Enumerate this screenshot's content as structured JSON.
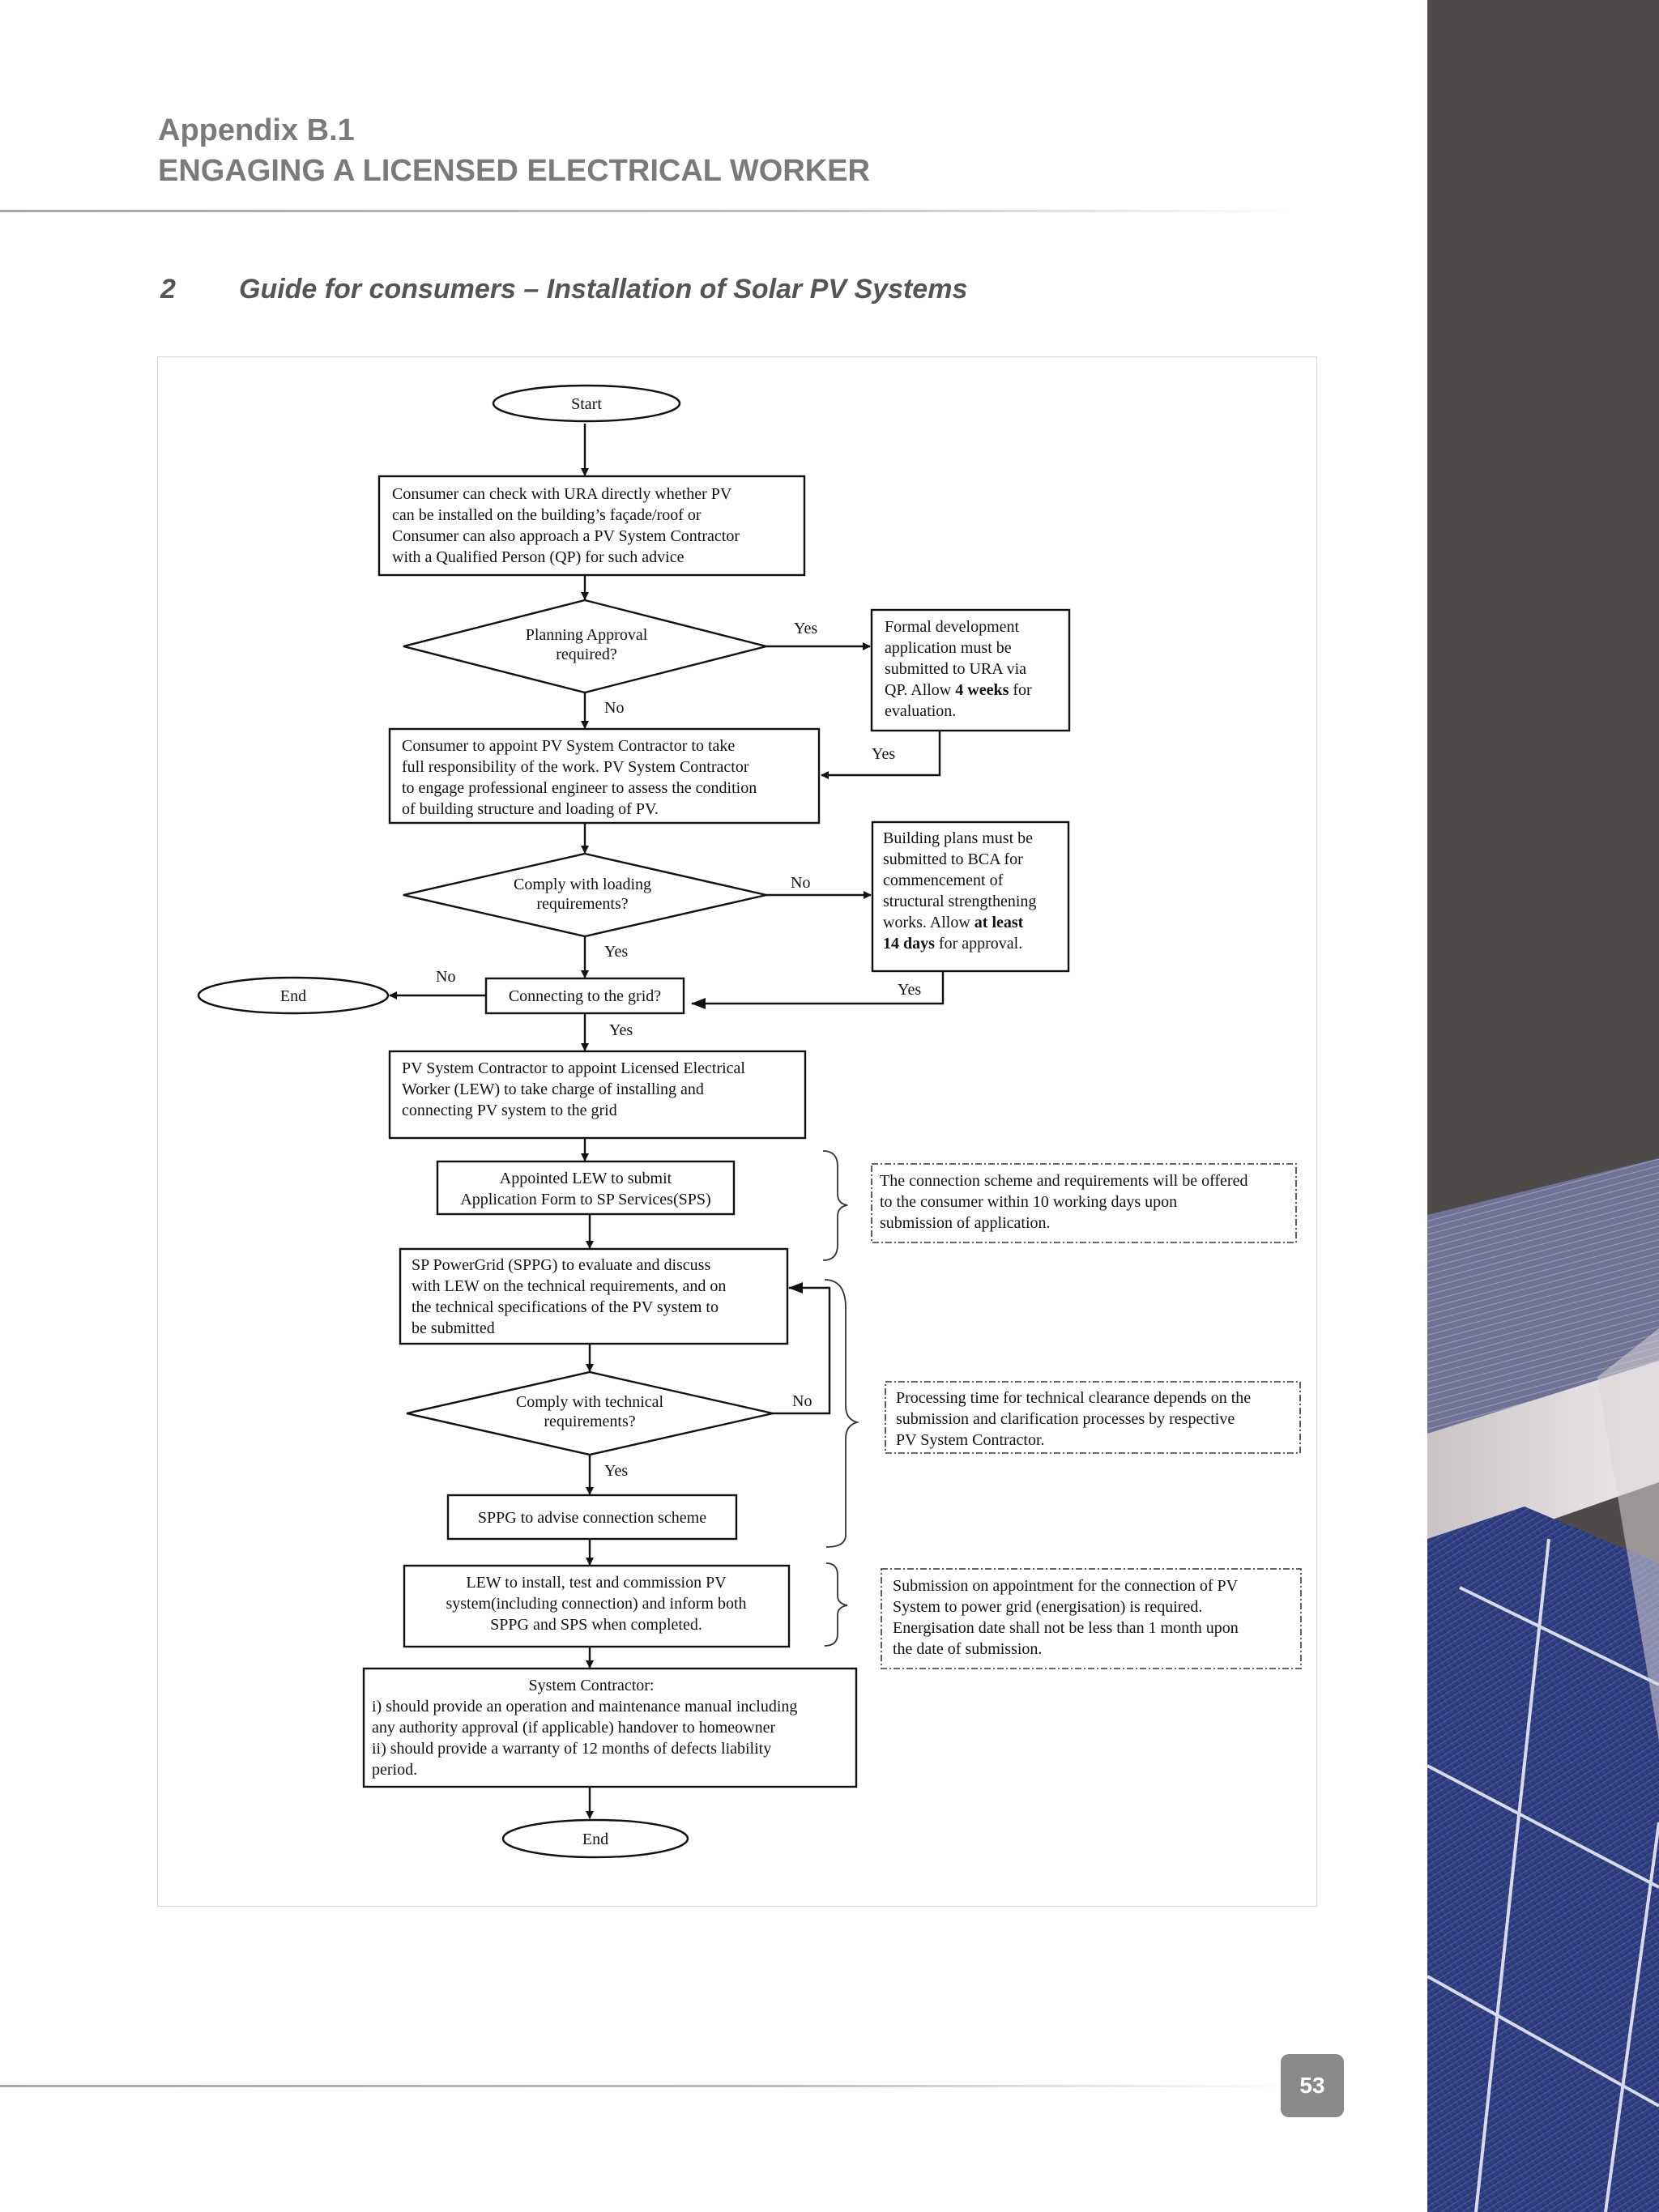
{
  "header": {
    "line1": "Appendix B.1",
    "line2": "ENGAGING A LICENSED  ELECTRICAL WORKER"
  },
  "section": {
    "number": "2",
    "title": "Guide for consumers – Installation of Solar PV Systems"
  },
  "flowchart": {
    "start": "Start",
    "step_ura": [
      "Consumer can check with URA directly whether PV",
      "can be installed on the building’s façade/roof or",
      "Consumer can also approach a PV System Contractor",
      "with a Qualified Person (QP) for such advice"
    ],
    "decision_planning": [
      "Planning Approval",
      "required?"
    ],
    "box_formal": {
      "line1": "Formal development",
      "line2": "application must be",
      "line3": "submitted to URA via",
      "line4_pre": "QP. Allow ",
      "line4_bold": "4 weeks",
      "line4_post": " for",
      "line5": "evaluation."
    },
    "step_appoint": [
      "Consumer to appoint PV System Contractor to take",
      "full responsibility of the work. PV System Contractor",
      "to engage professional engineer to assess the condition",
      "of building structure and loading of PV."
    ],
    "decision_loading": [
      "Comply with loading",
      "requirements?"
    ],
    "box_bca": {
      "line1": "Building plans must be",
      "line2": "submitted to BCA for",
      "line3": "commencement of",
      "line4": "structural strengthening",
      "line5_pre": "works. Allow ",
      "line5_bold": "at least",
      "line6_bold": "14 days",
      "line6_post": " for approval."
    },
    "decision_grid": "Connecting to the grid?",
    "end_left": "End",
    "step_lew": [
      "PV System Contractor to appoint Licensed Electrical",
      "Worker (LEW) to take charge of installing and",
      "connecting PV system to the grid"
    ],
    "step_submit": [
      "Appointed LEW to submit",
      "Application Form to SP Services(SPS)"
    ],
    "step_sppg": [
      "SP PowerGrid (SPPG) to evaluate and discuss",
      "with LEW on the technical requirements, and on",
      "the technical specifications of the PV system to",
      "be submitted"
    ],
    "decision_technical": [
      "Comply with technical",
      "requirements?"
    ],
    "step_advise": "SPPG to advise connection scheme",
    "step_install": [
      "LEW to install, test and commission PV",
      "system(including connection) and inform both",
      "SPPG and SPS when completed."
    ],
    "step_contractor": [
      "System Contractor:",
      "i) should provide an operation and maintenance manual including",
      "any authority approval (if applicable) handover to homeowner",
      "ii) should provide a warranty of 12 months of defects liability",
      "period."
    ],
    "end": "End",
    "note_connection": [
      "The connection scheme and requirements will be offered",
      "to the consumer within 10 working days upon",
      "submission of application."
    ],
    "note_processing": [
      "Processing time for technical clearance depends on the",
      "submission and clarification processes by respective",
      "PV System Contractor."
    ],
    "note_energisation": [
      "Submission on appointment for the connection of PV",
      "System to power grid (energisation) is required.",
      "Energisation date shall not be less than 1 month upon",
      "the date of submission."
    ],
    "labels": {
      "yes": "Yes",
      "no": "No"
    }
  },
  "footer": {
    "page_number": "53"
  },
  "colors": {
    "heading": "#7a7a7a",
    "panel_dark": "#4f4a4a",
    "solar_blue": "#2f3f86"
  }
}
